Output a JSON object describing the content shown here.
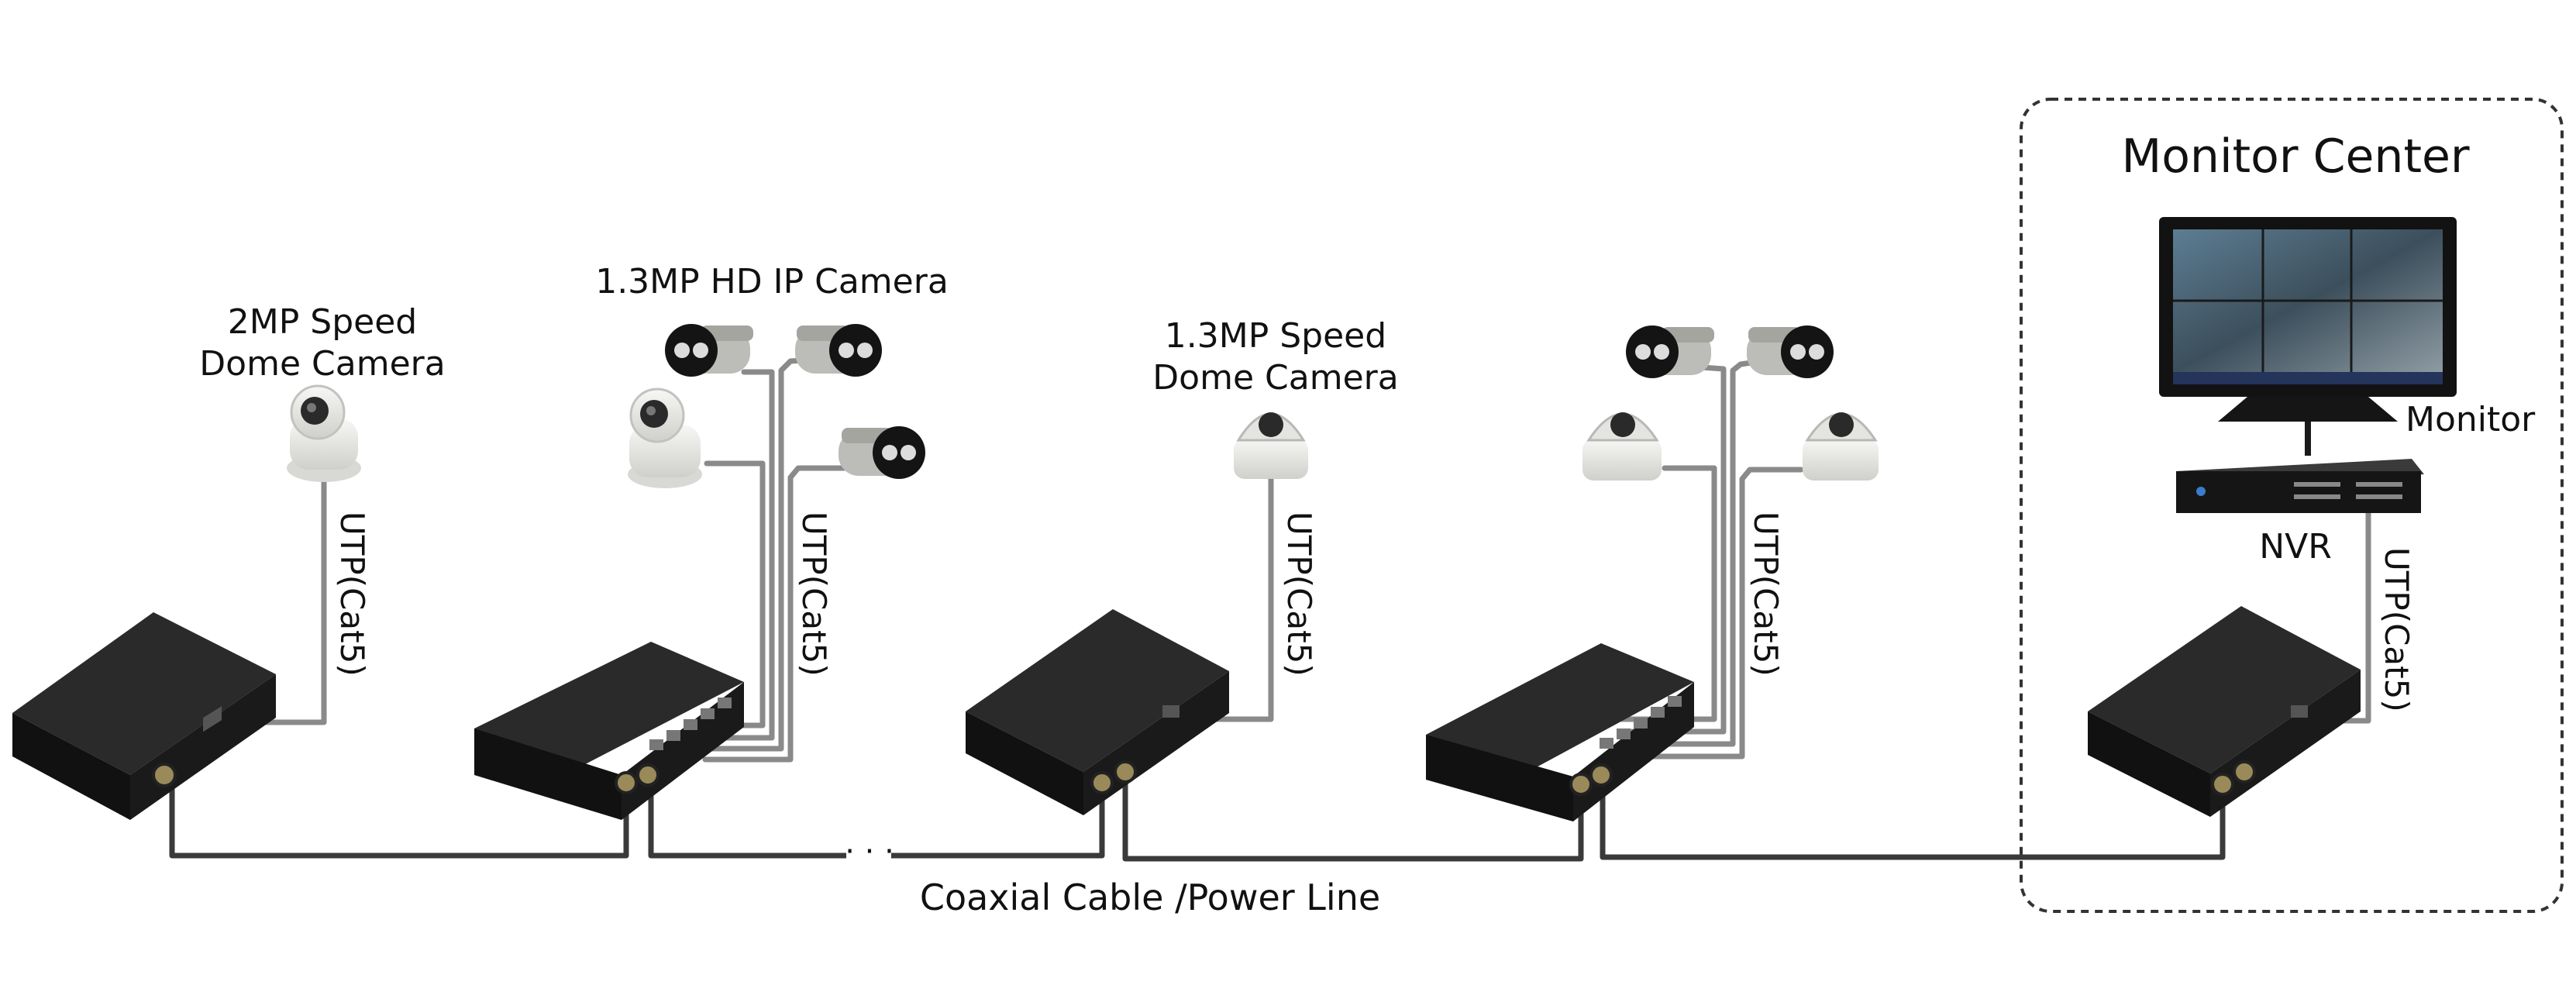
{
  "labels": {
    "monitor_center": "Monitor Center",
    "cam_2mp_speed_dome_line1": "2MP Speed",
    "cam_2mp_speed_dome_line2": "Dome Camera",
    "cam_13mp_ip": "1.3MP HD IP Camera",
    "cam_13mp_speed_dome_line1": "1.3MP Speed",
    "cam_13mp_speed_dome_line2": "Dome Camera",
    "monitor": "Monitor",
    "nvr": "NVR",
    "utp": "UTP(Cat5)",
    "coax_power": "Coaxial Cable /Power Line",
    "ellipsis": "· · ·"
  },
  "colors": {
    "device_body": "#1c1c1c",
    "utp_wire": "#8a8a8a",
    "coax_wire": "#3a3a3a",
    "camera_body": "#e9e9e6",
    "monitor_center_border": "#333333"
  }
}
